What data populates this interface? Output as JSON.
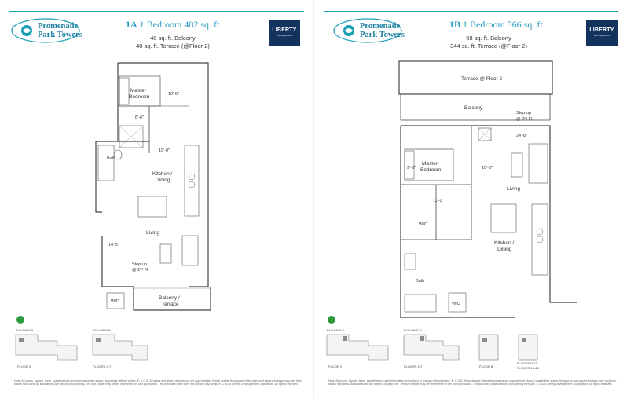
{
  "sheets": [
    {
      "brand_line1": "Promenade",
      "brand_line2": "Park Towers",
      "unit_code": "1A",
      "unit_title": "1 Bedroom 482 sq. ft.",
      "balcony_area": "40 sq. ft. Balcony",
      "terrace_area": "40 sq. ft. Terrace (@Floor 2)",
      "developer_name": "LIBERTY",
      "developer_sub": "Development",
      "rooms": {
        "master_bedroom_1": "Master",
        "master_bedroom_2": "Bedroom",
        "bedroom_dim": "10'-0\"",
        "bedroom_dim2": "8'-6\"",
        "bath": "Bath",
        "kitchen_1": "Kitchen /",
        "kitchen_2": "Dining",
        "kitchen_dim": "19'-0\"",
        "living": "Living",
        "living_dim": "14'-5\"",
        "stepup_1": "Step up",
        "stepup_2": "@ 2ⁿᵈ Fl",
        "wd": "W/D",
        "balcony_1": "Balcony /",
        "balcony_2": "Terrace"
      },
      "keyplan": {
        "building_a": "BUILDING A",
        "building_b": "BUILDING B",
        "floors": [
          "FLOOR 2",
          "FLOORS 3-7"
        ]
      },
      "disclaimer": "Note: All prices, figures, sizes, specifications and information are subject to change without notice. E. & O.E. All areas and stated dimensions are approximate. Actual usable floor space, living area and square footage may vary from stated floor area. All illustrations are artist's concept only. The unit shown may be the reverse of the unit purchased. The purchase price does not include any furniture. © 2018 Liberty Development Corporation. All rights reserved."
    },
    {
      "brand_line1": "Promenade",
      "brand_line2": "Park Towers",
      "unit_code": "1B",
      "unit_title": "1 Bedroom 566 sq. ft.",
      "balcony_area": "68 sq. ft. Balcony",
      "terrace_area": "344 sq. ft. Terrace (@Floor 2)",
      "developer_name": "LIBERTY",
      "developer_sub": "Development",
      "rooms": {
        "terrace": "Terrace @ Floor 2",
        "balcony": "Balcony",
        "stepup_1": "Step up",
        "stepup_2": "@ 2ⁿᵈ Fl",
        "living_dim": "24'-8\"",
        "master_bedroom_1": "Master",
        "master_bedroom_2": "Bedroom",
        "bedroom_dim": "10'-0\"",
        "bedroom_dim2": "9'-8\"",
        "living": "Living",
        "wic_dim": "11'-0\"",
        "wic": "WIC",
        "kitchen_1": "Kitchen /",
        "kitchen_2": "Dining",
        "bath": "Bath",
        "wd": "W/D"
      },
      "keyplan": {
        "building_a": "BUILDING A",
        "building_b": "BUILDING B",
        "floors": [
          "FLOOR 2",
          "FLOORS 3-7",
          "FLOOR 8",
          "FLOORS 9-13",
          "FLOORS 14-26"
        ]
      },
      "disclaimer": "Note: All prices, figures, sizes, specifications and information are subject to change without notice. E. & O.E. All areas and stated dimensions are approximate. Actual usable floor space, living area and square footage may vary from stated floor area. All illustrations are artist's concept only. The unit shown may be the reverse of the unit purchased. The purchase price does not include any furniture. © 2018 Liberty Development Corporation. All rights reserved."
    }
  ],
  "colors": {
    "accent": "#2a9dc2",
    "brand": "#1a7fa0",
    "liberty_bg": "#13335f",
    "keyplan_green": "#2e9a3f",
    "highlight": "#8a8a8a"
  }
}
